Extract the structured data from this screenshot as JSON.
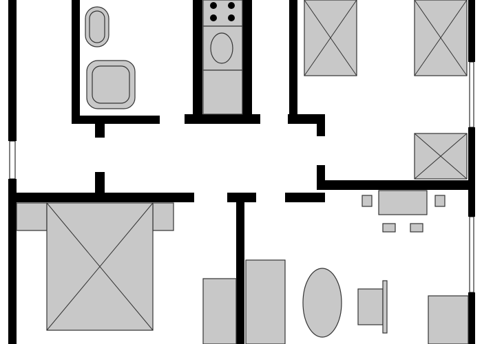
{
  "plan": {
    "colors": {
      "wall": "#000000",
      "furniture": "#c8c8c8",
      "floor": "#ffffff"
    },
    "rooms": [
      "bathroom",
      "kitchen",
      "bedroom-top-right",
      "hallway",
      "bedroom-bottom-left",
      "living-room"
    ]
  }
}
